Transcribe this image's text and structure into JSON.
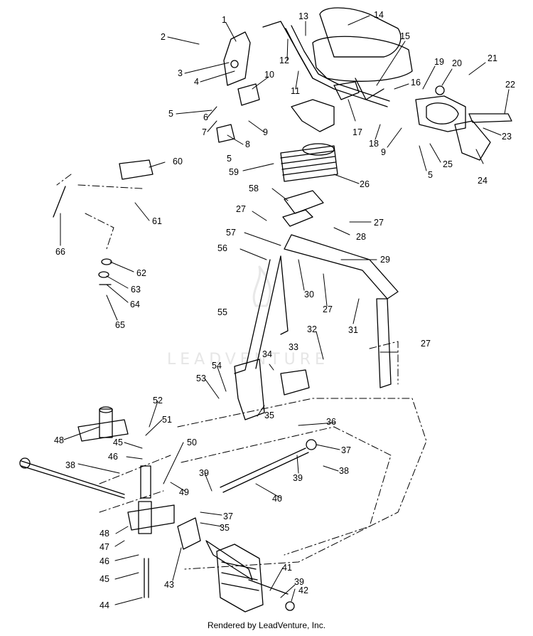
{
  "diagram": {
    "callouts": [
      "1",
      "2",
      "3",
      "4",
      "5",
      "6",
      "7",
      "8",
      "9",
      "10",
      "11",
      "12",
      "13",
      "14",
      "15",
      "16",
      "17",
      "18",
      "19",
      "20",
      "21",
      "22",
      "23",
      "24",
      "25",
      "26",
      "27",
      "28",
      "29",
      "30",
      "31",
      "32",
      "33",
      "34",
      "35",
      "36",
      "37",
      "38",
      "39",
      "40",
      "41",
      "42",
      "43",
      "44",
      "45",
      "46",
      "47",
      "48",
      "49",
      "50",
      "51",
      "52",
      "53",
      "54",
      "55",
      "56",
      "57",
      "58",
      "59",
      "60",
      "61",
      "62",
      "63",
      "64",
      "65",
      "66"
    ],
    "watermark": "LEADVENTURE"
  },
  "footer": {
    "text": "Rendered by LeadVenture, Inc."
  }
}
